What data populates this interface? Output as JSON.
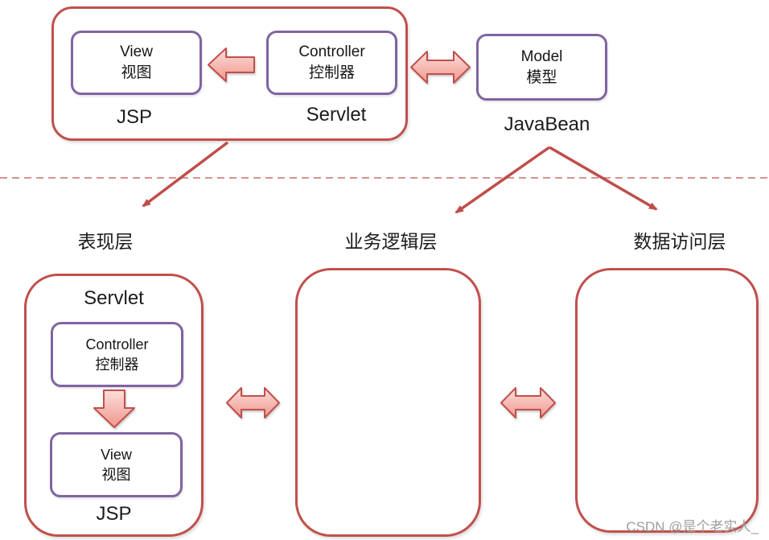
{
  "top": {
    "view": {
      "en": "View",
      "zh": "视图"
    },
    "controller": {
      "en": "Controller",
      "zh": "控制器"
    },
    "jsp_label": "JSP",
    "servlet_label": "Servlet",
    "model": {
      "en": "Model",
      "zh": "模型"
    },
    "javabean_label": "JavaBean"
  },
  "layers": {
    "presentation": "表现层",
    "business": "业务逻辑层",
    "data_access": "数据访问层"
  },
  "bottom": {
    "servlet_label": "Servlet",
    "controller": {
      "en": "Controller",
      "zh": "控制器"
    },
    "view": {
      "en": "View",
      "zh": "视图"
    },
    "jsp_label": "JSP"
  },
  "watermark": {
    "text": "CSDN @是个老实人_"
  },
  "icons": {
    "left-block-arrow": "block arrow pointing left (pink fill, red outline)",
    "down-block-arrow": "block arrow pointing down (pink fill, red outline)",
    "double-headed-arrow": "horizontal two-way block arrow (pink fill, red outline)",
    "connector-arrow": "thin red line with arrowhead"
  },
  "colors": {
    "box_red": "#c0504d",
    "box_purple": "#8064a2",
    "arrow_fill_light": "#fcdeda",
    "arrow_fill_dark": "#f0978e",
    "arrow_outline": "#c0504d",
    "dashed_line": "#d49391",
    "text": "#1c1c1c",
    "watermark_gray": "#9d9d9d"
  }
}
